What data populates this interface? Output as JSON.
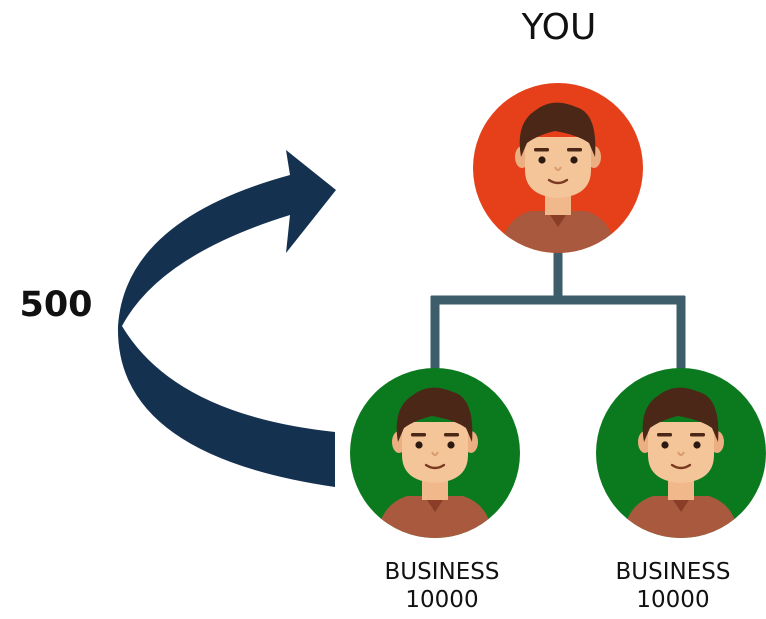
{
  "top_label": "YOU",
  "transfer_amount": "500",
  "children": [
    {
      "line1": "BUSINESS",
      "line2": "10000"
    },
    {
      "line1": "BUSINESS",
      "line2": "10000"
    }
  ],
  "colors": {
    "you_circle": "#E5401A",
    "child_circle": "#0B7A1E",
    "connector": "#3E5D6A",
    "arrow": "#153150"
  },
  "icons": {
    "you_avatar": "man-avatar-icon",
    "child_avatar": "man-avatar-icon",
    "arrow": "curved-arrow-icon"
  }
}
